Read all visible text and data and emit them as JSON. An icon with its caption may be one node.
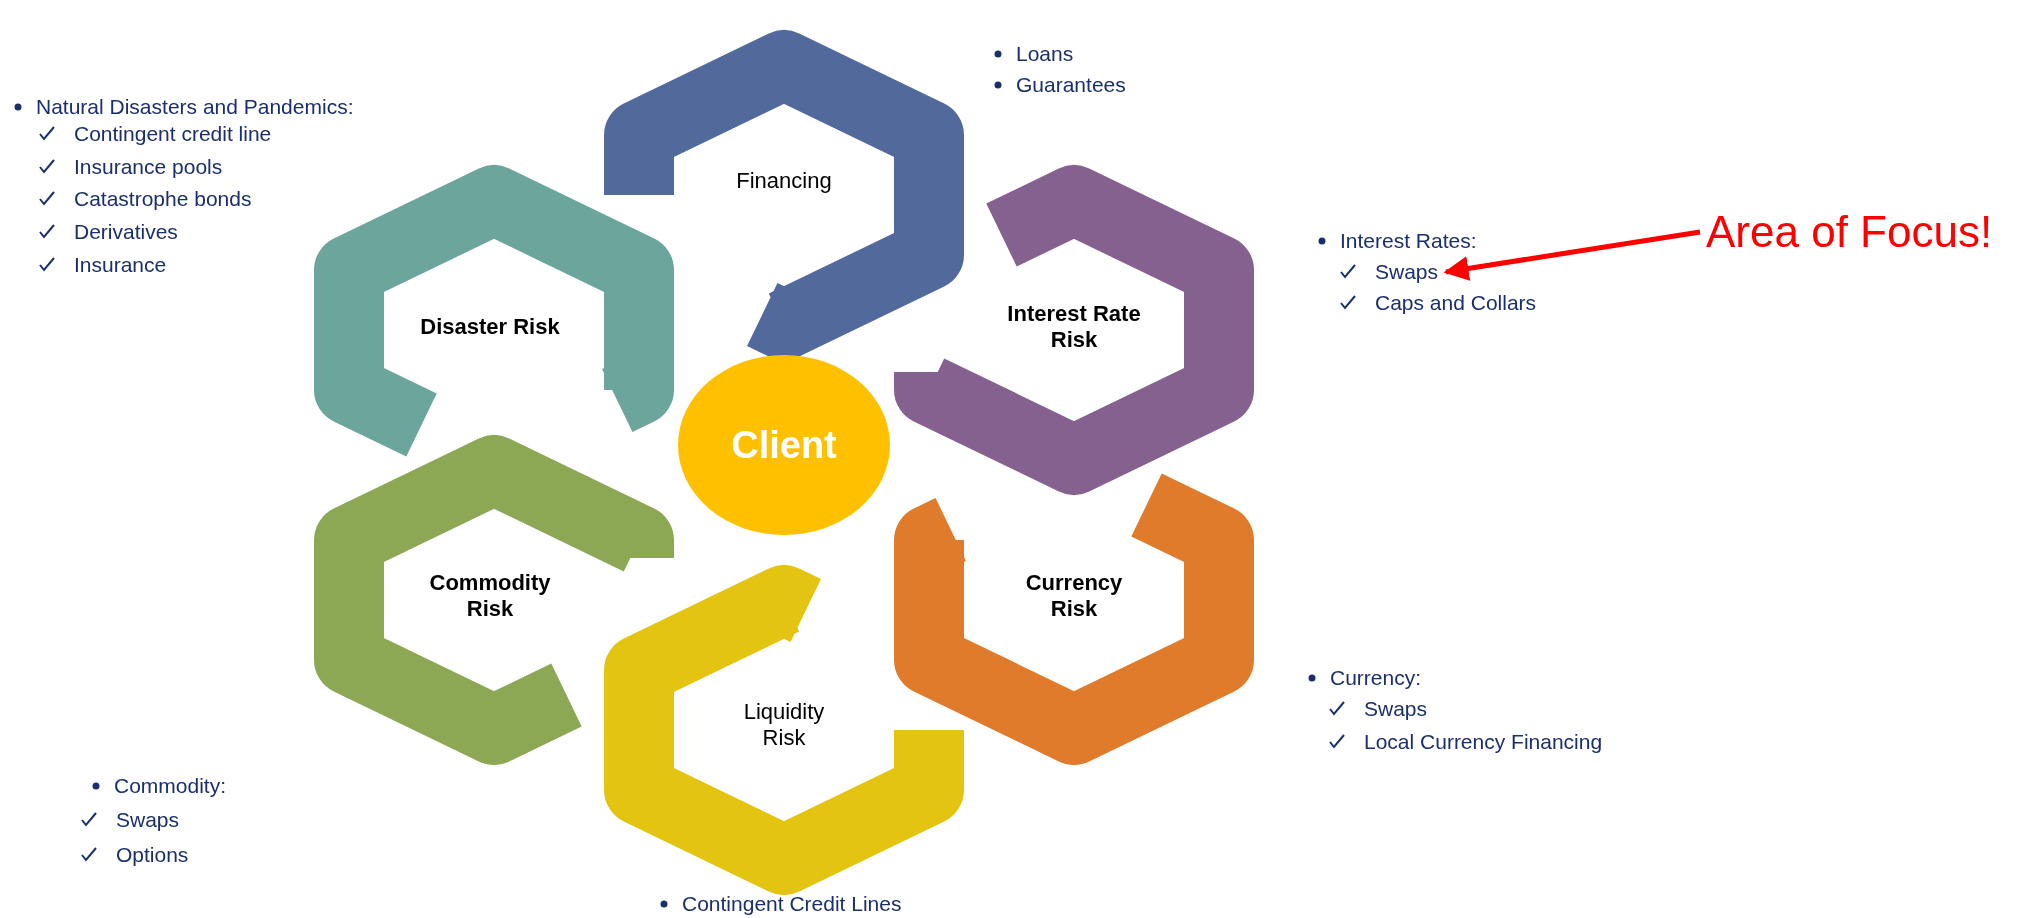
{
  "diagram": {
    "nodes": [
      {
        "text": [
          "Financing"
        ]
      },
      {
        "text": [
          "Disaster Risk"
        ]
      },
      {
        "text": [
          "Interest Rate Risk"
        ]
      },
      {
        "text": [
          "Client"
        ]
      },
      {
        "text": [
          "Commodity Risk"
        ]
      },
      {
        "text": [
          "Currency Risk"
        ]
      },
      {
        "text": [
          "Liquidity Risk"
        ]
      },
      {
        "text": [
          "Area of Focus!"
        ]
      },
      {
        "text": [
          "Swaps"
        ]
      }
    ],
    "edges": [
      {
        "from": 7,
        "to": 8,
        "arrow": "to",
        "color": "#ff0000"
      }
    ],
    "labels": [
      "Loans",
      "Guarantees",
      "Natural Disasters and Pandemics:",
      "Contingent credit line",
      "Insurance pools",
      "Catastrophe bonds",
      "Derivatives",
      "Insurance",
      "Interest Rates:",
      "Caps and Collars",
      "Currency:",
      "Swaps",
      "Local Currency Financing",
      "Commodity:",
      "Swaps",
      "Options",
      "Contingent Credit Lines"
    ]
  }
}
